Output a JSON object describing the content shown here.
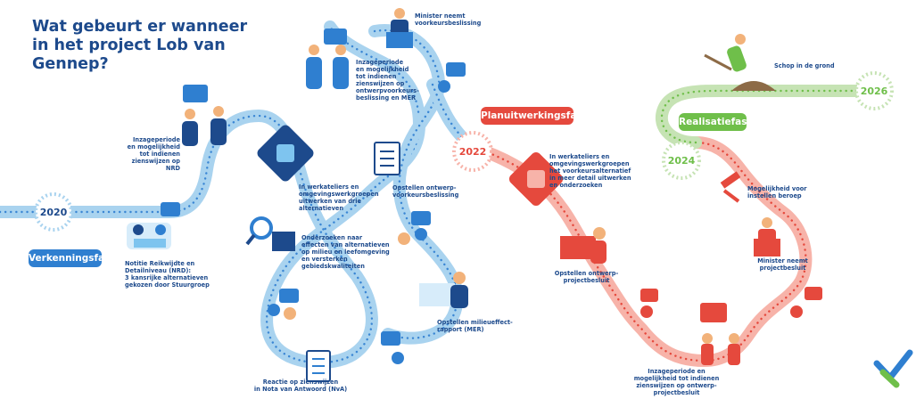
{
  "title": {
    "line1": "Wat gebeurt er wanneer",
    "line2": "in het project Lob van Gennep?"
  },
  "colors": {
    "navy": "#1d4a8c",
    "blue_road": "#a9d3ef",
    "blue_dots": "#3a86d4",
    "red_road": "#f7b3a9",
    "red": "#e5493d",
    "green_road": "#c6e3b4",
    "green": "#6fbf4a"
  },
  "years": {
    "y2020": "2020",
    "y2022": "2022",
    "y2024": "2024",
    "y2026": "2026"
  },
  "phases": {
    "verkenning": "Verkenningsfase",
    "planuitwerking": "Planuitwerkingsfase",
    "realisatie": "Realisatiefase"
  },
  "labels": {
    "inzage_nrd": "Inzageperiode\nen mogelijkheid\ntot indienen\nzienswijzen op NRD",
    "notitie": "Notitie Reikwijdte en\nDetailniveau (NRD):\n3 kansrijke alternatieven\ngekozen door Stuurgroep",
    "werkateliers_drie": "In werkateliers en\nomgevingswerkgroepen\nuitwerken van drie\nalternatieven",
    "onderzoeken": "Onderzoeken naar\neffecten van alternatieven\nop milieu en leefomgeving\nen versterken\ngebiedskwaliteiten",
    "reactie": "Reactie op zienswijzen\nin Nota van Antwoord (NvA)",
    "inzage_ontwerp_voork": "Inzageperiode\nen mogelijkheid\ntot indienen\nzienswijzen op\nontwerpvoorkeurs-\nbeslissing en MER",
    "minister_voork": "Minister neemt\nvoorkeursbeslissing",
    "opstellen_ontwerp_voork": "Opstellen ontwerp-\nvoorkeursbeslissing",
    "opstellen_mer": "Opstellen milieueffect-\nrapport (MER)",
    "werkateliers_voork": "In werkateliers en\nomgevingswerkgroepen\nhet voorkeursalternatief\nin meer detail uitwerken\nen onderzoeken",
    "opstellen_ontwerp_proj": "Opstellen ontwerp-\nprojectbesluit",
    "inzage_ontwerp_proj": "Inzageperiode en\nmogelijkheid tot indienen\nzienswijzen op ontwerp-\nprojectbesluit",
    "beroep": "Mogelijkheid voor\ninstellen beroep",
    "minister_proj": "Minister neemt\nprojectbesluit",
    "schop": "Schop in de grond"
  },
  "icons": [
    "people-discussion-icon",
    "meeting-table-icon",
    "handshake-icon",
    "magnifier-chart-icon",
    "document-checklist-icon",
    "person-speech-icon",
    "podium-speaker-icon",
    "clipboard-icon",
    "computer-worker-icon",
    "judge-gavel-icon",
    "shovel-worker-icon",
    "speech-bubble-icon",
    "logo-icon"
  ]
}
